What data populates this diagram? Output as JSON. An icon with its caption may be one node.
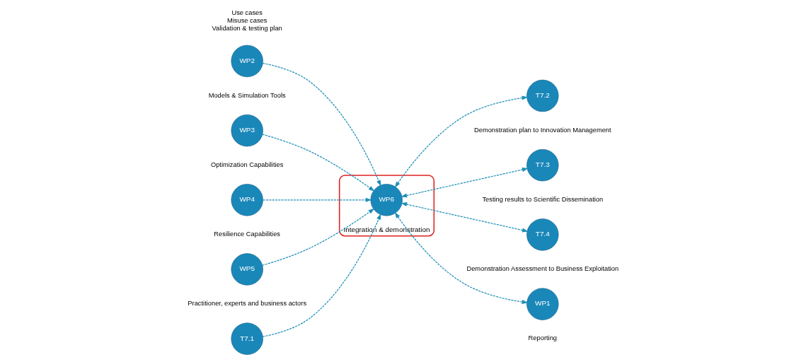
{
  "diagram": {
    "nodes": [
      {
        "text": [
          "Integration & demonstration"
        ]
      },
      {
        "text": [
          "WP6"
        ],
        "in": 0
      },
      {
        "text": [
          "WP2"
        ],
        "beside": [
          "Use cases",
          "Misuse cases",
          "Validation & testing plan"
        ]
      },
      {
        "text": [
          "WP3"
        ],
        "beside": [
          "Models & Simulation Tools"
        ]
      },
      {
        "text": [
          "WP4"
        ],
        "beside": [
          "Optimization Capabilities"
        ]
      },
      {
        "text": [
          "WP5"
        ],
        "beside": [
          "Resilience Capabilities"
        ]
      },
      {
        "text": [
          "T7.1"
        ],
        "beside": [
          "Practitioner, experts and business actors"
        ]
      },
      {
        "text": [
          "T7.2"
        ],
        "beside": [
          "Demonstration plan to Innovation Management"
        ]
      },
      {
        "text": [
          "T7.3"
        ],
        "beside": [
          "Testing results to Scientific Dissemination"
        ]
      },
      {
        "text": [
          "T7.4"
        ],
        "beside": [
          "Demonstration Assessment to Business Exploitation"
        ]
      },
      {
        "text": [
          "WP1"
        ],
        "beside": [
          "Reporting"
        ]
      }
    ],
    "edges": [
      {
        "from": 2,
        "to": 1,
        "arrow": "to",
        "style": "dashed"
      },
      {
        "from": 3,
        "to": 1,
        "arrow": "to",
        "style": "dashed"
      },
      {
        "from": 4,
        "to": 1,
        "arrow": "to",
        "style": "dashed"
      },
      {
        "from": 5,
        "to": 1,
        "arrow": "to",
        "style": "dashed"
      },
      {
        "from": 6,
        "to": 1,
        "arrow": "to",
        "style": "dashed"
      },
      {
        "from": 1,
        "to": 7,
        "arrow": "both",
        "style": "dashed"
      },
      {
        "from": 1,
        "to": 8,
        "arrow": "both",
        "style": "dashed"
      },
      {
        "from": 1,
        "to": 9,
        "arrow": "both",
        "style": "dashed"
      },
      {
        "from": 1,
        "to": 10,
        "arrow": "both",
        "style": "dashed"
      }
    ]
  }
}
